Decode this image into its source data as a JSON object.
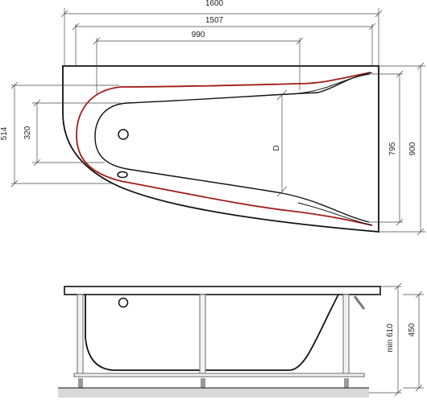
{
  "top_view": {
    "dim_total_width": "1600",
    "dim_inner_width": "1507",
    "dim_basin_width": "990",
    "dim_left_depth": "514",
    "dim_basin_inner": "320",
    "dim_right_inner": "795",
    "dim_right_total": "900",
    "dim_center_label": "D"
  },
  "side_view": {
    "dim_min_height": "min 610",
    "dim_frame_height": "450"
  },
  "colors": {
    "outline": "#111111",
    "red_line": "#a41b16",
    "dimension": "#444444",
    "frame_fill": "#f2f2f2"
  }
}
